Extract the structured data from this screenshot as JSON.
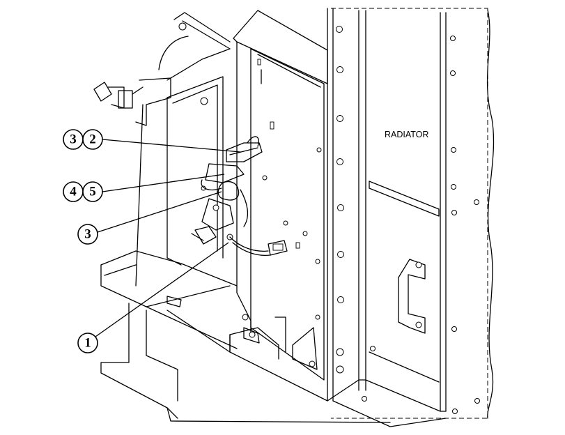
{
  "diagram": {
    "label_radiator": "RADIATOR",
    "callouts": [
      "3",
      "2",
      "4",
      "5",
      "3",
      "1"
    ]
  }
}
